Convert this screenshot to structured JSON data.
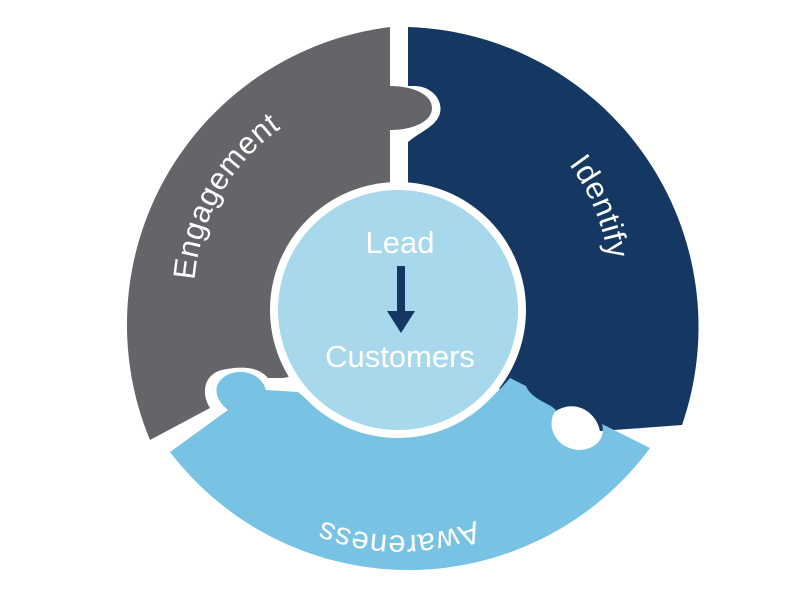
{
  "segments": [
    {
      "label": "Engagement",
      "color": "#646569"
    },
    {
      "label": "Identify",
      "color": "#153863"
    },
    {
      "label": "Awareness",
      "color": "#78c3e3"
    }
  ],
  "center": {
    "top_label": "Lead",
    "bottom_label": "Customers",
    "fill": "#a8d8ec",
    "arrow_color": "#153863"
  }
}
